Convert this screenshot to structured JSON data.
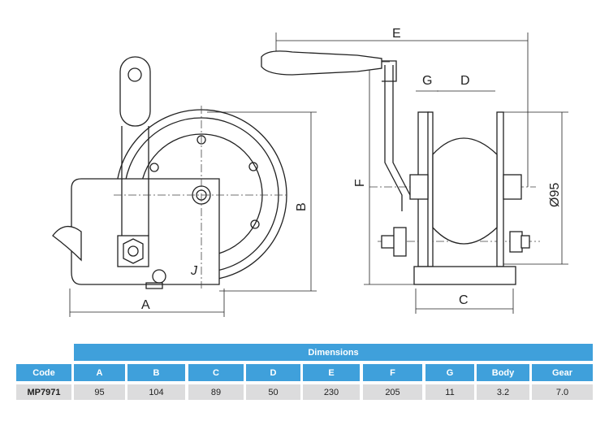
{
  "drawing": {
    "labels": {
      "A": "A",
      "B": "B",
      "C": "C",
      "D": "D",
      "E": "E",
      "F": "F",
      "G": "G",
      "diameter": "Ø95"
    },
    "logo": "J"
  },
  "table": {
    "title": "Dimensions",
    "headers": [
      "Code",
      "A",
      "B",
      "C",
      "D",
      "E",
      "F",
      "G",
      "Body",
      "Gear"
    ],
    "rows": [
      [
        "MP7971",
        "95",
        "104",
        "89",
        "50",
        "230",
        "205",
        "11",
        "3.2",
        "7.0"
      ]
    ]
  },
  "colors": {
    "header": "#3fa0db",
    "row": "#dcdcdd"
  }
}
